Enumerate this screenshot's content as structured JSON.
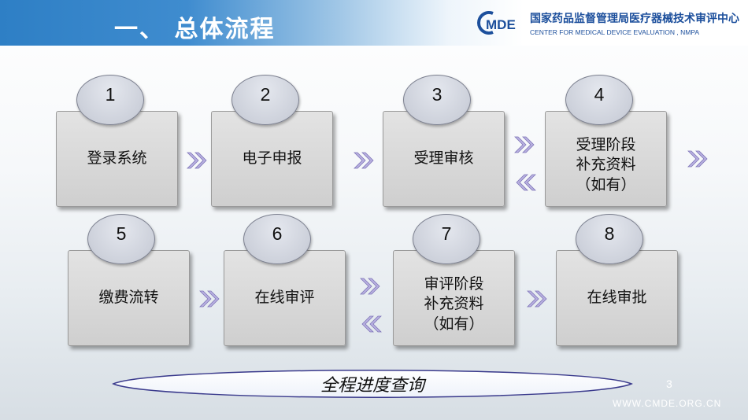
{
  "header": {
    "title": "一、 总体流程",
    "logo_mark": "MDE",
    "org_cn": "国家药品监督管理局医疗器械技术审评中心",
    "org_en": "CENTER FOR MEDICAL DEVICE EVALUATION , NMPA"
  },
  "steps": [
    {
      "number": "1",
      "label": "登录系统"
    },
    {
      "number": "2",
      "label": "电子申报"
    },
    {
      "number": "3",
      "label": "受理审核"
    },
    {
      "number": "4",
      "label": "受理阶段\n补充资料\n（如有）"
    },
    {
      "number": "5",
      "label": "缴费流转"
    },
    {
      "number": "6",
      "label": "在线审评"
    },
    {
      "number": "7",
      "label": "审评阶段\n补充资料\n（如有）"
    },
    {
      "number": "8",
      "label": "在线审批"
    }
  ],
  "banner": {
    "label": "全程进度查询"
  },
  "footer": {
    "page_number": "3",
    "url": "WWW.CMDE.ORG.CN"
  },
  "colors": {
    "header_blue": "#2e7fc5",
    "arrow_purple": "#a9a0d8",
    "logo_blue": "#1c4f9c"
  }
}
